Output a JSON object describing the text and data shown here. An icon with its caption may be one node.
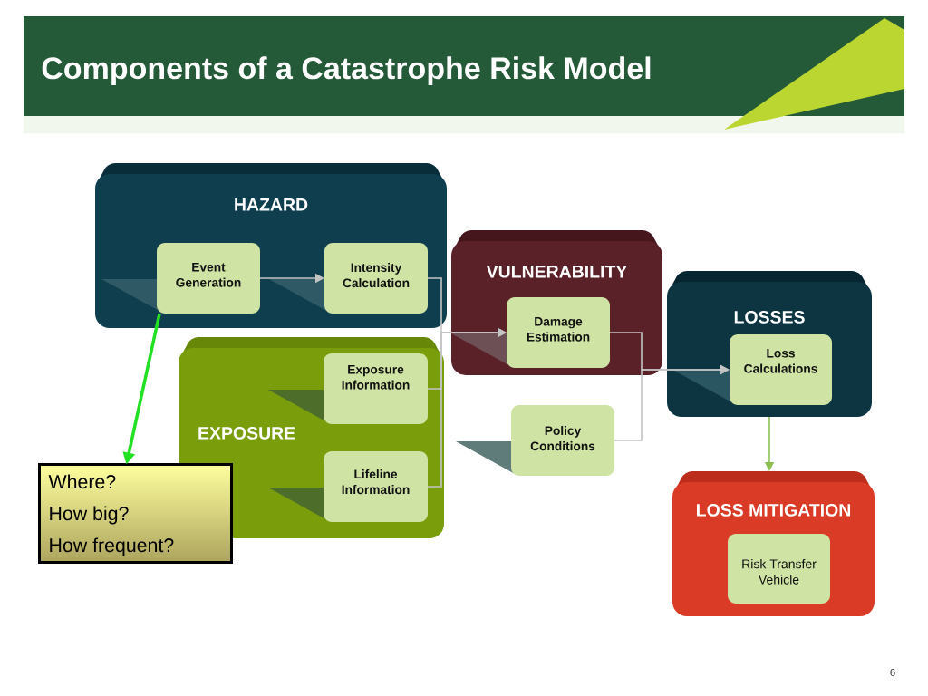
{
  "diagram": {
    "title": "Components of a Catastrophe Risk Model",
    "nodes": [
      {
        "text": [
          "HAZARD"
        ]
      },
      {
        "text": [
          "Event Generation"
        ],
        "in": 0
      },
      {
        "text": [
          "Intensity Calculation"
        ],
        "in": 0
      },
      {
        "text": [
          "VULNERABILITY"
        ]
      },
      {
        "text": [
          "Damage Estimation"
        ],
        "in": 3
      },
      {
        "text": [
          "LOSSES"
        ]
      },
      {
        "text": [
          "Loss Calculations"
        ],
        "in": 5
      },
      {
        "text": [
          "EXPOSURE"
        ]
      },
      {
        "text": [
          "Exposure Information"
        ],
        "in": 7
      },
      {
        "text": [
          "Lifeline Information"
        ],
        "in": 7
      },
      {
        "text": [
          "Policy Conditions"
        ]
      },
      {
        "text": [
          "Where?",
          "How big?",
          "How frequent?"
        ]
      },
      {
        "text": [
          "LOSS MITIGATION"
        ]
      },
      {
        "text": [
          "Risk Transfer Vehicle"
        ],
        "in": 12
      }
    ],
    "edges": [
      {
        "from": 1,
        "to": 2,
        "arrow": "to"
      },
      {
        "from": 2,
        "to": 4,
        "arrow": "to"
      },
      {
        "from": 8,
        "to": 4,
        "arrow": "to"
      },
      {
        "from": 9,
        "to": 4,
        "arrow": "to"
      },
      {
        "from": 4,
        "to": 6,
        "arrow": "to"
      },
      {
        "from": 10,
        "to": 6,
        "arrow": "to"
      },
      {
        "from": 5,
        "to": 12,
        "arrow": "to",
        "color": "#8cc152"
      },
      {
        "from": 1,
        "to": 11,
        "arrow": "to",
        "style": "thick",
        "color": "#22e022"
      }
    ],
    "labels": [
      "6"
    ]
  }
}
